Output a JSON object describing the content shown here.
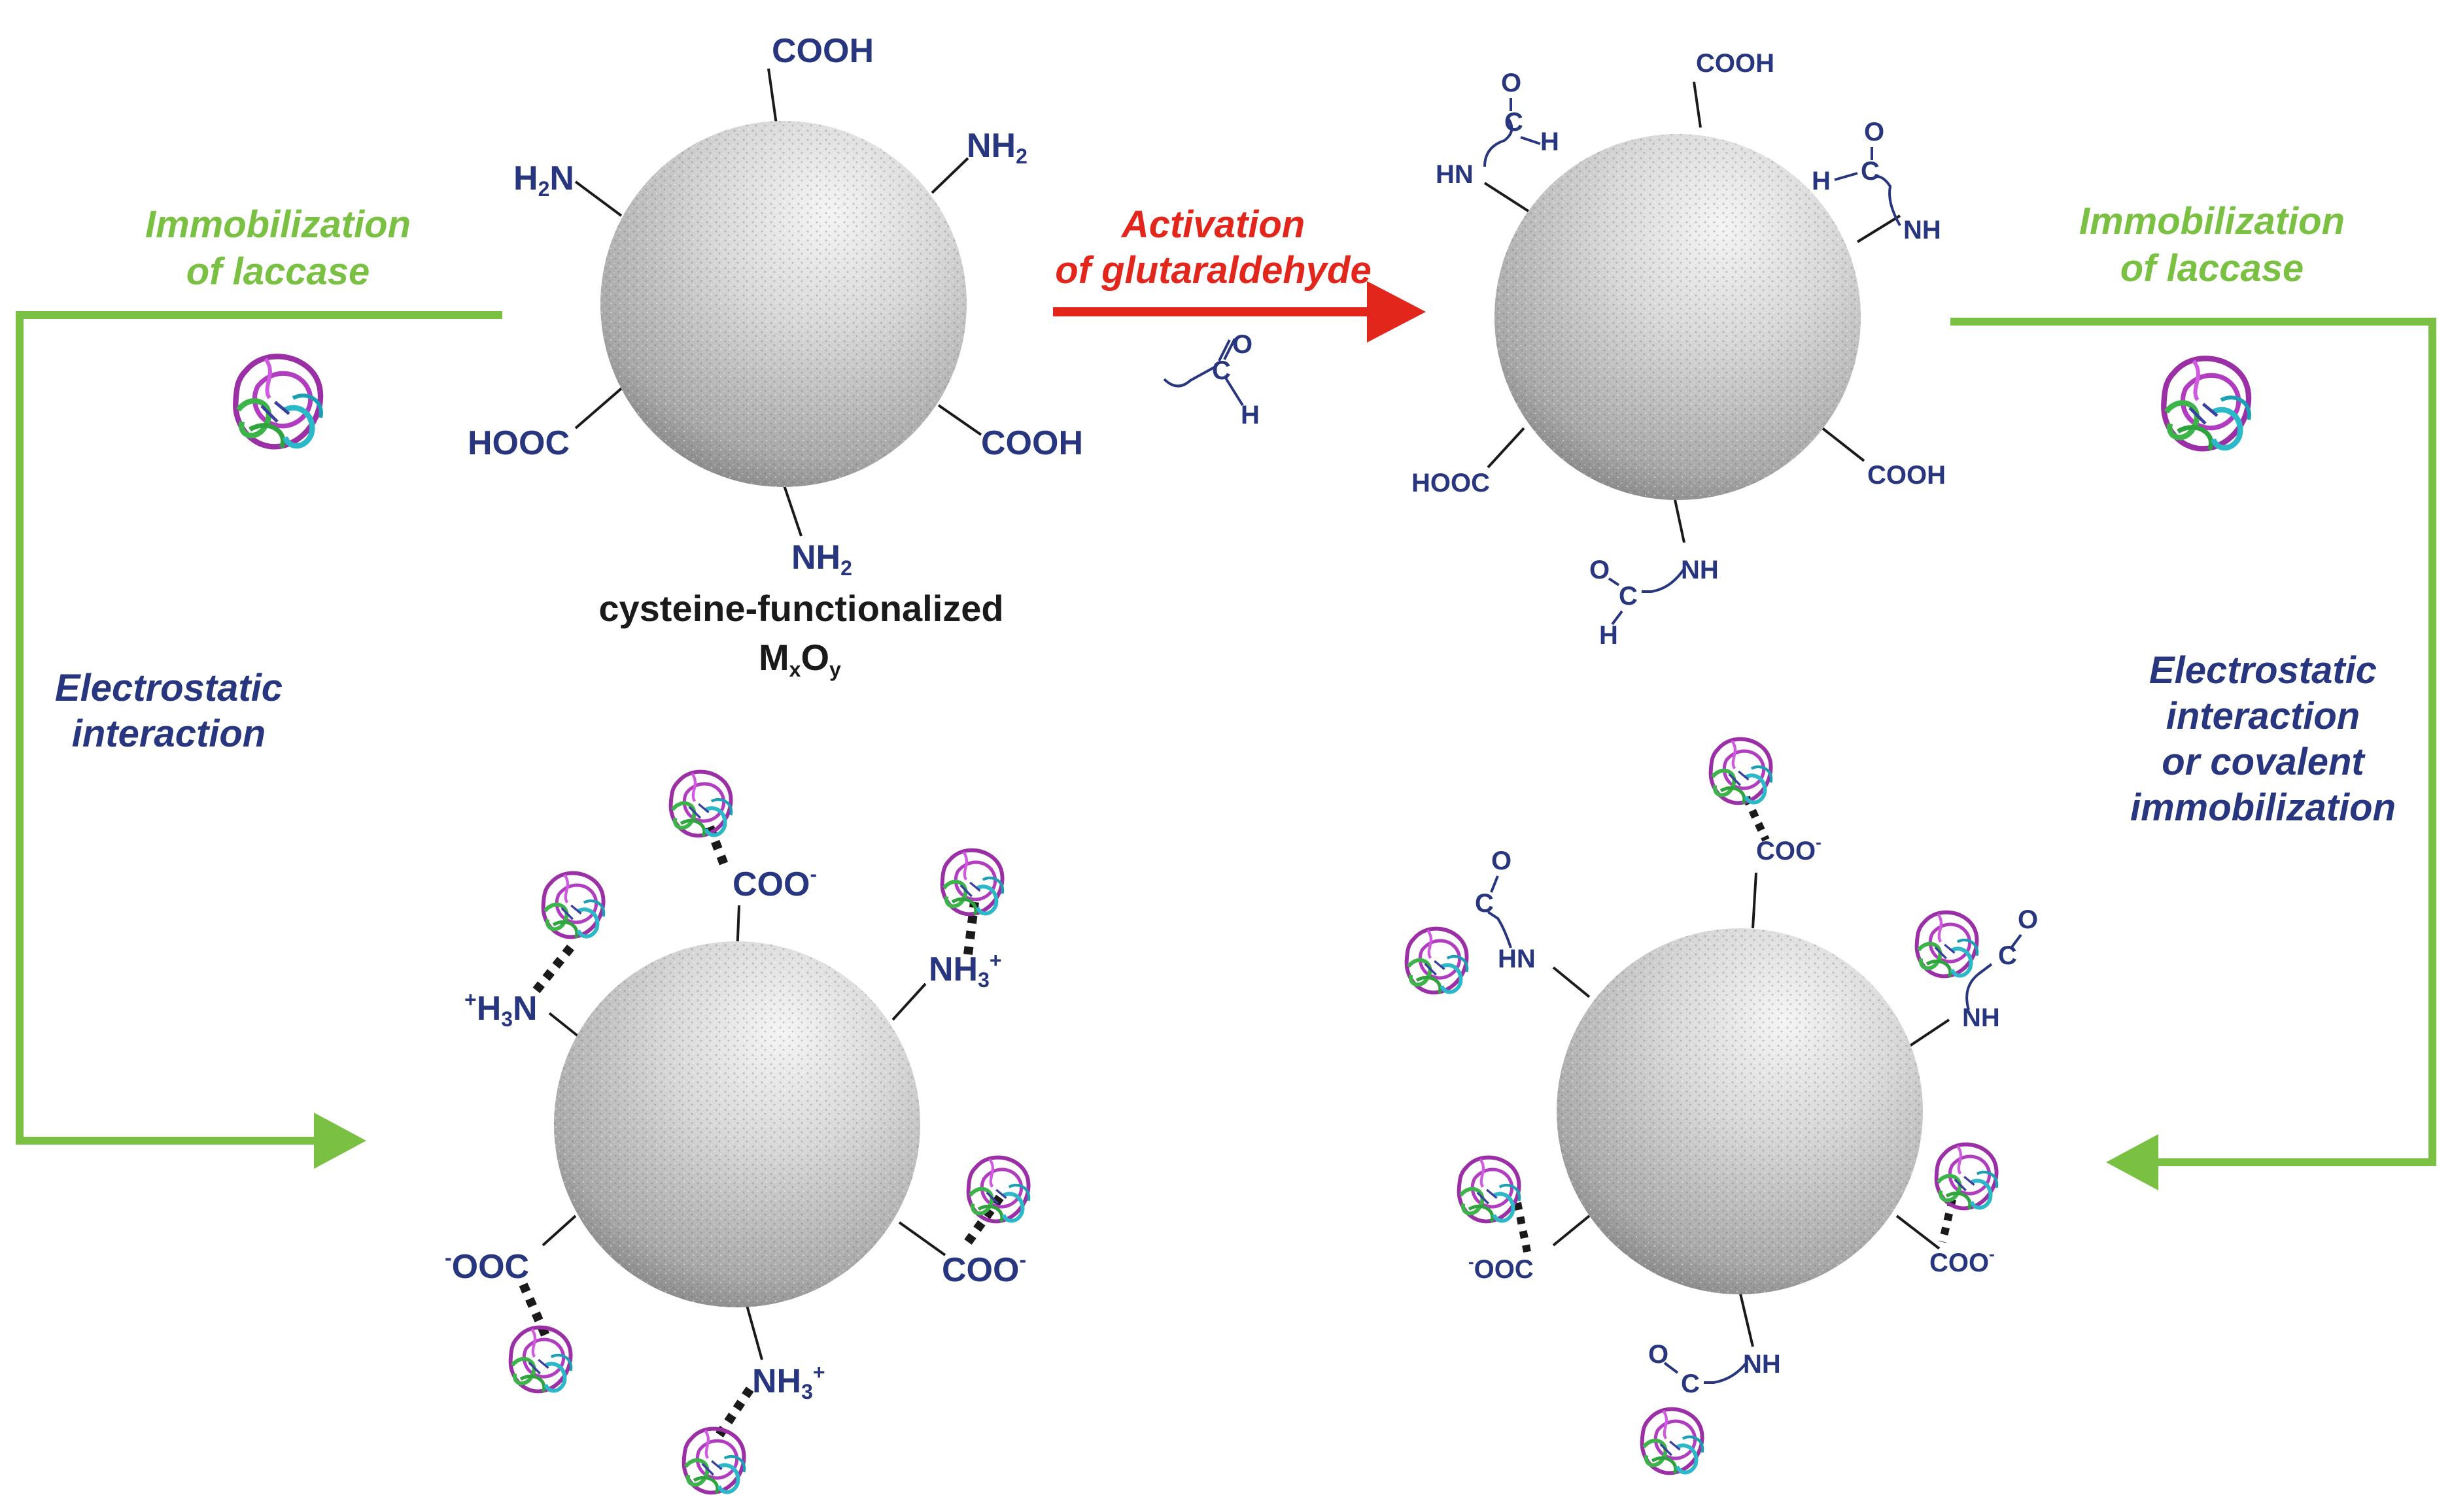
{
  "colors": {
    "green": "#7ac143",
    "red": "#e3261c",
    "navy": "#27367f",
    "black": "#1a1a1a",
    "sphere": "#bdbdbd"
  },
  "steps": {
    "top_left_green": [
      "Immobilization",
      "of laccase"
    ],
    "top_right_green": [
      "Immobilization",
      "of laccase"
    ],
    "left_blue": [
      "Electrostatic",
      "interaction"
    ],
    "right_blue": [
      "Electrostatic",
      "interaction",
      "or covalent",
      "immobilization"
    ],
    "activation": [
      "Activation",
      "of glutaraldehyde"
    ]
  },
  "particle_caption": {
    "line1": "cysteine-functionalized",
    "m": "M",
    "x": "x",
    "o": "O",
    "y": "y"
  },
  "groups": {
    "cooh": "COOH",
    "hooc": "HOOC",
    "nh": "NH",
    "hn": "HN",
    "sub2": "2",
    "coo": "COO",
    "ooc": "OOC",
    "minus": "-",
    "plus": "+",
    "sub3": "3",
    "h3n_h": "H",
    "h3n_n": "N",
    "o": "O",
    "c": "C",
    "h": "H"
  },
  "icons": {
    "protein": "laccase-enzyme-icon",
    "arrow_red": "arrow-right-icon",
    "arrow_green": "arrow-icon"
  }
}
